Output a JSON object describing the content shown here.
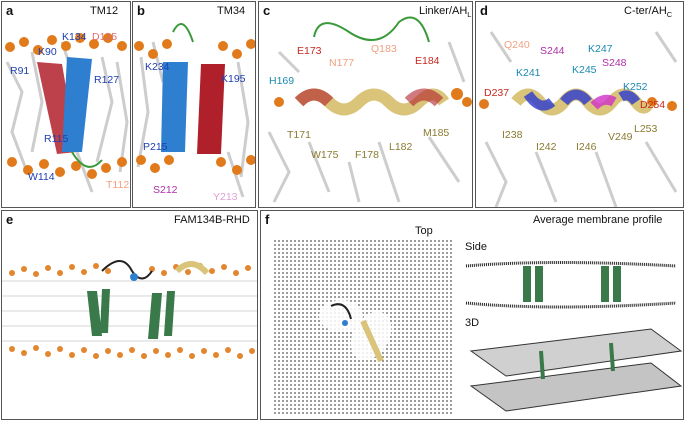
{
  "colors": {
    "membrane_sphere": "#e07a1a",
    "tm_blue": "#2f7fd0",
    "tm_red": "#b0202a",
    "helix_tan": "#d9c47a",
    "loop_green": "#3a9a3a",
    "label_blue": "#1f3fb0",
    "label_red": "#c8281e",
    "label_pink": "#e07070",
    "label_salmon": "#f0a080",
    "label_purple": "#b02fa8",
    "label_teal": "#1a8ab0",
    "label_olive": "#8a7a30",
    "label_lightpink": "#e0a0d8"
  },
  "panels": {
    "a": {
      "letter": "a",
      "title": "TM12",
      "labels": [
        {
          "text": "K90",
          "color": "label_blue"
        },
        {
          "text": "K134",
          "color": "label_blue"
        },
        {
          "text": "D135",
          "color": "label_pink"
        },
        {
          "text": "R91",
          "color": "label_blue"
        },
        {
          "text": "R127",
          "color": "label_blue"
        },
        {
          "text": "R115",
          "color": "label_blue"
        },
        {
          "text": "W114",
          "color": "label_blue"
        },
        {
          "text": "T112",
          "color": "label_salmon"
        }
      ]
    },
    "b": {
      "letter": "b",
      "title": "TM34",
      "labels": [
        {
          "text": "K234",
          "color": "label_blue"
        },
        {
          "text": "K195",
          "color": "label_blue"
        },
        {
          "text": "P215",
          "color": "label_blue"
        },
        {
          "text": "S212",
          "color": "label_purple"
        },
        {
          "text": "Y213",
          "color": "label_lightpink"
        }
      ]
    },
    "c": {
      "letter": "c",
      "title_main": "Linker/AH",
      "title_sub": "L",
      "labels": [
        {
          "text": "E173",
          "color": "label_red"
        },
        {
          "text": "N177",
          "color": "label_salmon"
        },
        {
          "text": "Q183",
          "color": "label_salmon"
        },
        {
          "text": "E184",
          "color": "label_red"
        },
        {
          "text": "H169",
          "color": "label_teal"
        },
        {
          "text": "T171",
          "color": "label_olive"
        },
        {
          "text": "W175",
          "color": "label_olive"
        },
        {
          "text": "F178",
          "color": "label_olive"
        },
        {
          "text": "L182",
          "color": "label_olive"
        },
        {
          "text": "M185",
          "color": "label_olive"
        }
      ]
    },
    "d": {
      "letter": "d",
      "title_main": "C-ter/AH",
      "title_sub": "C",
      "labels": [
        {
          "text": "Q240",
          "color": "label_salmon"
        },
        {
          "text": "S244",
          "color": "label_purple"
        },
        {
          "text": "K247",
          "color": "label_teal"
        },
        {
          "text": "K241",
          "color": "label_teal"
        },
        {
          "text": "K245",
          "color": "label_teal"
        },
        {
          "text": "S248",
          "color": "label_purple"
        },
        {
          "text": "D237",
          "color": "label_red"
        },
        {
          "text": "K252",
          "color": "label_teal"
        },
        {
          "text": "D254",
          "color": "label_red"
        },
        {
          "text": "I238",
          "color": "label_olive"
        },
        {
          "text": "I242",
          "color": "label_olive"
        },
        {
          "text": "I246",
          "color": "label_olive"
        },
        {
          "text": "V249",
          "color": "label_olive"
        },
        {
          "text": "L253",
          "color": "label_olive"
        }
      ]
    },
    "e": {
      "letter": "e",
      "title": "FAM134B-RHD"
    },
    "f": {
      "letter": "f",
      "top_label": "Top",
      "avg_label": "Average membrane profile",
      "side_label": "Side",
      "threed_label": "3D"
    }
  }
}
